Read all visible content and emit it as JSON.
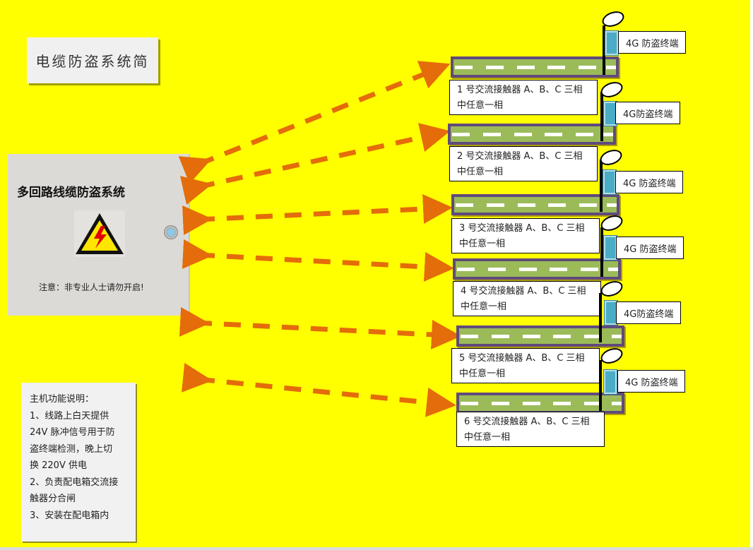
{
  "title": "电缆防盗系统简",
  "cabinet": {
    "title": "多回路线缆防盗系统",
    "note": "注意：非专业人士请勿开启!",
    "icons": [
      "high-voltage-warning-icon",
      "lock-icon"
    ]
  },
  "functions": {
    "lines": [
      "主机功能说明：",
      "1、线路上白天提供",
      "24V 脉冲信号用于防",
      "盗终端检测，晚上切",
      "换 220V 供电",
      "2、负责配电箱交流接",
      "触器分合闸",
      "3、安装在配电箱内"
    ]
  },
  "circuits": [
    {
      "terminal_label": "4G 防盗终端",
      "contactor_line1": "1 号交流接触器 A、B、C 三相",
      "contactor_line2": "中任意一相"
    },
    {
      "terminal_label": "4G防盗终端",
      "contactor_line1": "2 号交流接触器 A、B、C 三相",
      "contactor_line2": "中任意一相"
    },
    {
      "terminal_label": "4G 防盗终端",
      "contactor_line1": "3 号交流接触器 A、B、C 三相",
      "contactor_line2": "中任意一相"
    },
    {
      "terminal_label": "4G 防盗终端",
      "contactor_line1": "4 号交流接触器 A、B、C 三相",
      "contactor_line2": "中任意一相"
    },
    {
      "terminal_label": "4G防盗终端",
      "contactor_line1": "5 号交流接触器 A、B、C 三相",
      "contactor_line2": "中任意一相"
    },
    {
      "terminal_label": "4G 防盗终端",
      "contactor_line1": "6 号交流接触器 A、B、C 三相",
      "contactor_line2": "中任意一相"
    }
  ],
  "colors": {
    "background": "#ffff00",
    "arrow": "#e46c0a",
    "road_fill": "#9bbb59",
    "road_border": "#604a7b",
    "terminal": "#4bacc6",
    "cabinet": "#dcdad6"
  }
}
